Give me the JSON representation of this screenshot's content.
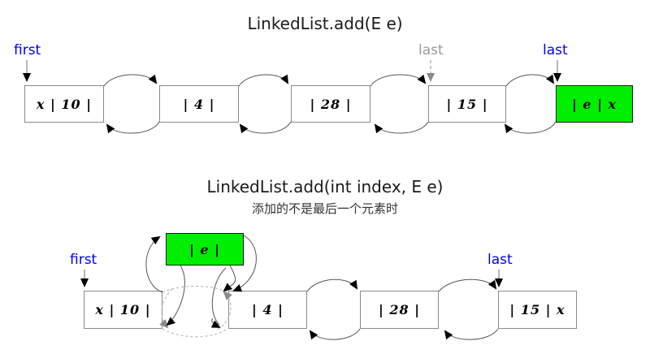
{
  "page": {
    "background": "#ffffff",
    "accent_blue": "#0000ee",
    "accent_green": "#00ee00",
    "muted_gray": "#9a9a9a"
  },
  "diagram_top": {
    "title": "LinkedList.add(E e)",
    "pointers": [
      {
        "name": "first-pointer",
        "label": "first",
        "color": "#0000ee",
        "style": "solid"
      },
      {
        "name": "last-pointer-old",
        "label": "last",
        "color": "#9a9a9a",
        "style": "dashed"
      },
      {
        "name": "last-pointer-new",
        "label": "last",
        "color": "#0000ee",
        "style": "solid"
      }
    ],
    "nodes": [
      {
        "name": "node-10",
        "text": "x | 10 |",
        "highlight": false
      },
      {
        "name": "node-4",
        "text": "| 4 |",
        "highlight": false
      },
      {
        "name": "node-28",
        "text": "| 28 |",
        "highlight": false
      },
      {
        "name": "node-15",
        "text": "| 15 |",
        "highlight": false
      },
      {
        "name": "node-e-new",
        "text": "| e | x",
        "highlight": true
      }
    ]
  },
  "diagram_bottom": {
    "title": "LinkedList.add(int index, E e)",
    "subtitle": "添加的不是最后一个元素时",
    "pointers": [
      {
        "name": "first-pointer",
        "label": "first",
        "color": "#0000ee",
        "style": "solid"
      },
      {
        "name": "last-pointer",
        "label": "last",
        "color": "#0000ee",
        "style": "solid"
      }
    ],
    "inserted_node": {
      "name": "node-e-inserted",
      "text": "| e |",
      "highlight": true
    },
    "nodes": [
      {
        "name": "node-10",
        "text": "x | 10 |",
        "highlight": false
      },
      {
        "name": "node-4",
        "text": "| 4 |",
        "highlight": false
      },
      {
        "name": "node-28",
        "text": "| 28 |",
        "highlight": false
      },
      {
        "name": "node-15",
        "text": "| 15 | x",
        "highlight": false
      }
    ]
  }
}
